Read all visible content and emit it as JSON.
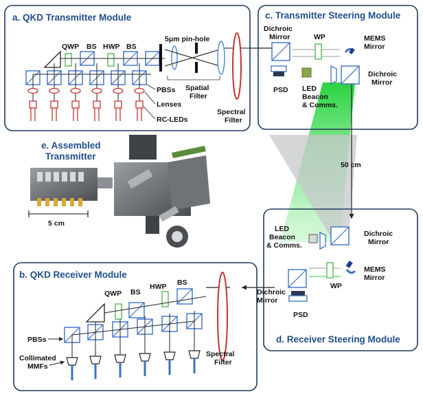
{
  "colors": {
    "panel_border": "#1f3b5e",
    "title_blue": "#1f4e8c",
    "component_blue": "#3a6fc9",
    "lens_blue": "#4a84d8",
    "laser_red": "#c2332f",
    "waveplate_green": "#6bbf6b",
    "beacon_green": "#2ecc40",
    "gray": "#b5b8bb"
  },
  "panels": {
    "a": {
      "title": "a. QKD Transmitter Module"
    },
    "b": {
      "title": "b. QKD Receiver Module"
    },
    "c": {
      "title": "c. Transmitter Steering Module"
    },
    "d": {
      "title": "d. Receiver Steering Module"
    },
    "e": {
      "title_line1": "e. Assembled",
      "title_line2": "Transmitter"
    }
  },
  "labels_a": {
    "qwp": "QWP",
    "bs1": "BS",
    "hwp": "HWP",
    "bs2": "BS",
    "pinhole": "5μm pin-hole",
    "spatial_line1": "Spatial",
    "spatial_line2": "Filter",
    "spectral_line1": "Spectral",
    "spectral_line2": "Filter",
    "pbss": "PBSs",
    "lenses": "Lenses",
    "rcleds": "RC-LEDs"
  },
  "labels_c": {
    "dichroic_line1": "Dichroic",
    "dichroic_line2": "Mirror",
    "wp": "WP",
    "mems_line1": "MEMS",
    "mems_line2": "Mirror",
    "psd": "PSD",
    "led_line1": "LED",
    "led_line2": "Beacon",
    "led_line3": "& Comms.",
    "dichroic2_line1": "Dichroic",
    "dichroic2_line2": "Mirror"
  },
  "distance": "50 cm",
  "scale": "5 cm",
  "labels_d": {
    "led_line1": "LED",
    "led_line2": "Beacon",
    "led_line3": "& Comms.",
    "dichroic_line1": "Dichroic",
    "dichroic_line2": "Mirror",
    "mems_line1": "MEMS",
    "mems_line2": "Mirror",
    "wp": "WP",
    "dichroic2_line1": "Dichroic",
    "dichroic2_line2": "Mirror",
    "psd": "PSD"
  },
  "labels_b": {
    "qwp": "QWP",
    "bs1": "BS",
    "hwp": "HWP",
    "bs2": "BS",
    "pbss": "PBSs",
    "mmfs_line1": "Collimated",
    "mmfs_line2": "MMFs",
    "spectral_line1": "Spectral",
    "spectral_line2": "Filter"
  }
}
